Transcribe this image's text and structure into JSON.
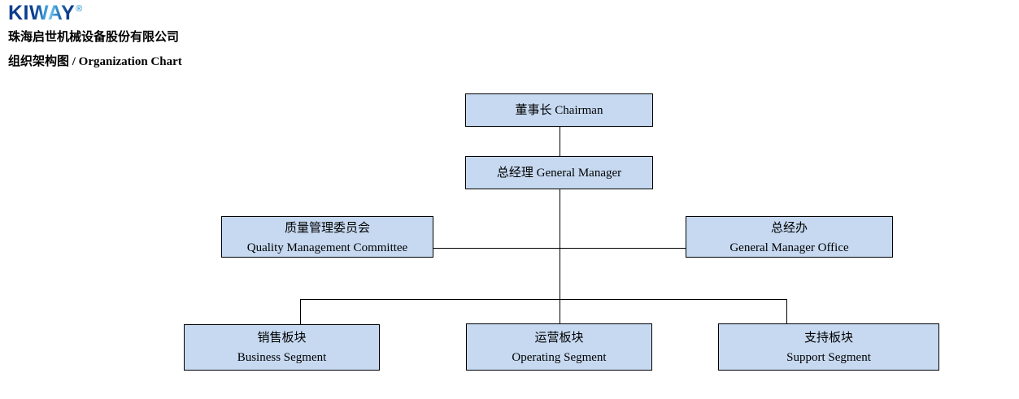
{
  "header": {
    "logo_text": "KIWAY",
    "logo_registered": "®",
    "company_name": "珠海启世机械设备股份有限公司",
    "chart_title": "组织架构图 / Organization Chart"
  },
  "colors": {
    "background": "#FFFFFF",
    "box_fill": "#C6D9F1",
    "box_border": "#000000",
    "connector": "#000000",
    "text": "#000000",
    "logo_dark_blue": "#0D3D8F",
    "logo_light_blue": "#3E9FD9"
  },
  "nodes": {
    "chairman": {
      "label": "董事长 Chairman",
      "level": 1
    },
    "general_manager": {
      "label": "总经理 General Manager",
      "level": 2,
      "reports_to": "chairman"
    },
    "quality_committee": {
      "label_cn": "质量管理委员会",
      "label_en": "Quality Management Committee",
      "level": 3,
      "reports_to": "general_manager"
    },
    "gm_office": {
      "label_cn": "总经办",
      "label_en": "General Manager Office",
      "level": 3,
      "reports_to": "general_manager"
    },
    "business_segment": {
      "label_cn": "销售板块",
      "label_en": "Business Segment",
      "level": 4,
      "reports_to": "general_manager"
    },
    "operating_segment": {
      "label_cn": "运营板块",
      "label_en": "Operating Segment",
      "level": 4,
      "reports_to": "general_manager"
    },
    "support_segment": {
      "label_cn": "支持板块",
      "label_en": "Support Segment",
      "level": 4,
      "reports_to": "general_manager"
    }
  }
}
